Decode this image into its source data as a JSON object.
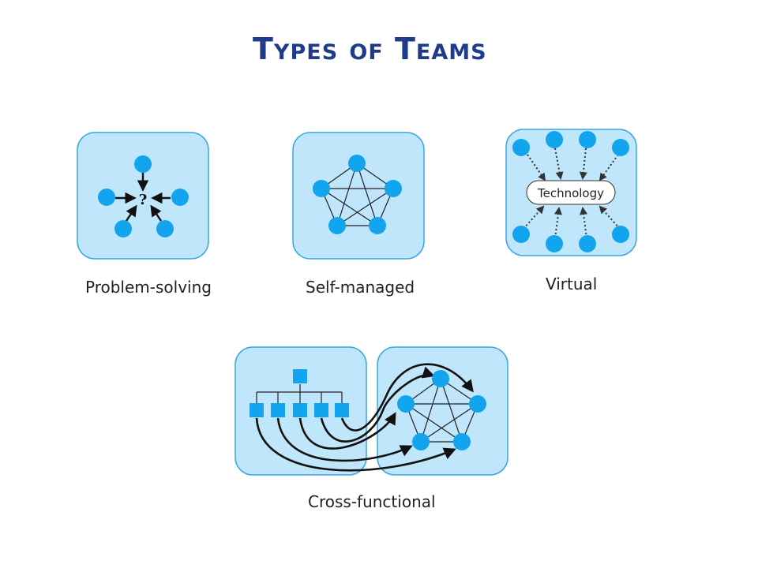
{
  "title": "Types of Teams",
  "colors": {
    "title": "#1f3b8c",
    "panel_fill": "#bfe6fb",
    "panel_stroke": "#3aa6e6",
    "node": "#12a5ee"
  },
  "teams": {
    "problem_solving": {
      "label": "Problem-solving",
      "center_symbol": "?"
    },
    "self_managed": {
      "label": "Self-managed"
    },
    "virtual": {
      "label": "Virtual",
      "hub_label": "Technology"
    },
    "cross_functional": {
      "label": "Cross-functional"
    }
  }
}
